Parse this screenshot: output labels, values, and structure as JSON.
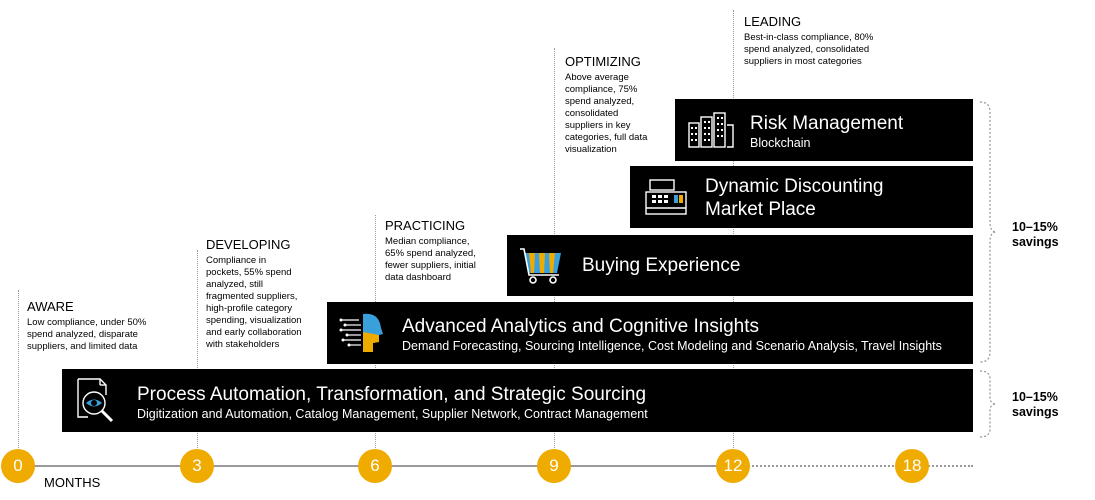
{
  "stages": [
    {
      "title": "AWARE",
      "desc": [
        "Low compliance, under 50%",
        "spend analyzed, disparate",
        "suppliers, and limited data"
      ]
    },
    {
      "title": "DEVELOPING",
      "desc": [
        "Compliance in",
        "pockets, 55% spend",
        "analyzed, still",
        "fragmented suppliers,",
        "high-profile category",
        "spending, visualization",
        "and early collaboration",
        "with stakeholders"
      ]
    },
    {
      "title": "PRACTICING",
      "desc": [
        "Median compliance,",
        "65% spend analyzed,",
        "fewer suppliers, initial",
        "data dashboard"
      ]
    },
    {
      "title": "OPTIMIZING",
      "desc": [
        "Above average",
        "compliance, 75%",
        "spend analyzed,",
        "consolidated",
        "suppliers in key",
        "categories, full data",
        "visualization"
      ]
    },
    {
      "title": "LEADING",
      "desc": [
        "Best-in-class  compliance, 80%",
        "spend analyzed, consolidated",
        "suppliers in most categories"
      ]
    }
  ],
  "bars": {
    "risk": {
      "title": "Risk Management",
      "subtitle": "Blockchain"
    },
    "discounting": {
      "line1": "Dynamic Discounting",
      "line2": "Market Place"
    },
    "buying": {
      "title": "Buying Experience"
    },
    "analytics": {
      "title": "Advanced Analytics and Cognitive Insights",
      "subtitle": "Demand Forecasting, Sourcing Intelligence, Cost Modeling and Scenario Analysis, Travel Insights"
    },
    "process": {
      "title": "Process Automation, Transformation, and Strategic Sourcing",
      "subtitle": "Digitization and Automation, Catalog Management, Supplier Network, Contract Management"
    }
  },
  "timeline": {
    "label": "MONTHS",
    "ticks": [
      "0",
      "3",
      "6",
      "9",
      "12",
      "18"
    ]
  },
  "savings": {
    "upper": [
      "10–15%",
      "savings"
    ],
    "lower": [
      "10–15%",
      "savings"
    ]
  },
  "colors": {
    "accent": "#f0ab00",
    "bar": "#000000"
  }
}
